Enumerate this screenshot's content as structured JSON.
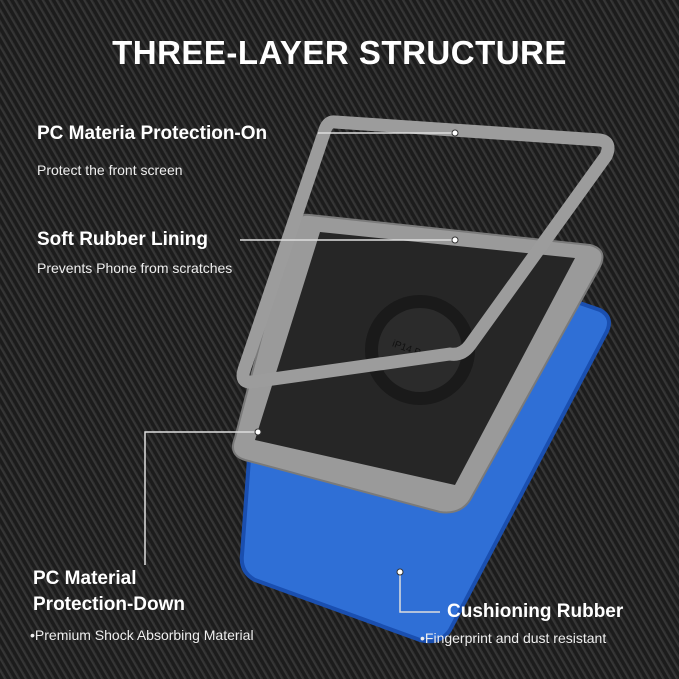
{
  "title": "THREE-LAYER STRUCTURE",
  "callouts": [
    {
      "heading": "PC Materia Protection-On",
      "sub": "Protect the front screen"
    },
    {
      "heading": "Soft Rubber Lining",
      "sub": "Prevents Phone from scratches"
    },
    {
      "heading_line1": "PC Material",
      "heading_line2": "Protection-Down",
      "sub": "•Premium Shock Absorbing Material"
    },
    {
      "heading": "Cushioning Rubber",
      "sub": "•Fingerprint and dust resistant"
    }
  ],
  "product_text": "iP14 Pro",
  "colors": {
    "case_blue": "#2f6fd6",
    "frame_gray": "#9a9a9a",
    "lining": "#262626",
    "text": "#ffffff"
  }
}
